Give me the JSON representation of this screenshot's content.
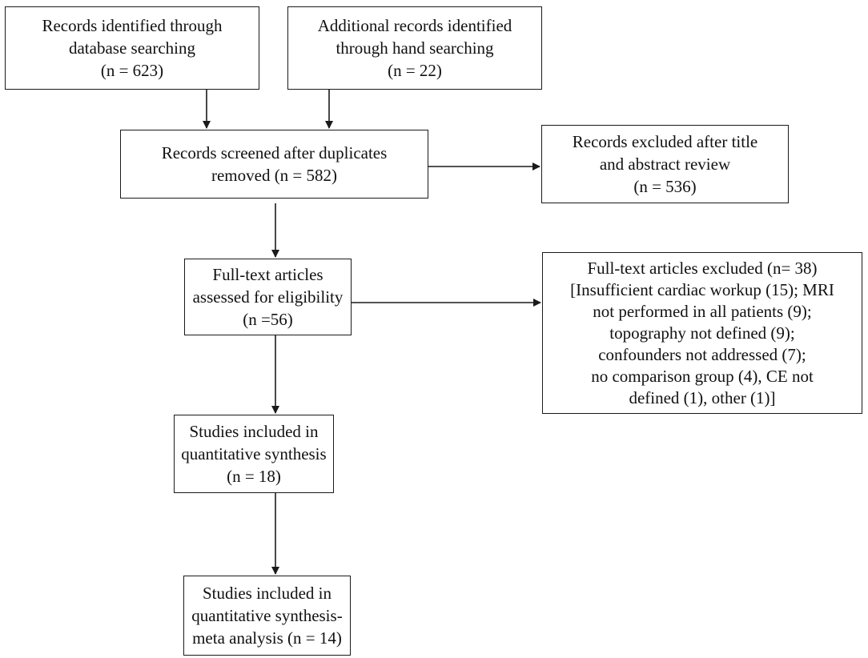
{
  "diagram": {
    "identification": {
      "database": {
        "lines": [
          "Records identified through",
          "database searching",
          "(n = 623)"
        ]
      },
      "hand_search": {
        "lines": [
          "Additional records identified",
          "through hand searching",
          "(n = 22)"
        ]
      }
    },
    "screening": {
      "screened": {
        "lines": [
          "Records screened after duplicates",
          "removed (n = 582)"
        ]
      },
      "excluded": {
        "lines": [
          "Records excluded after title",
          "and abstract review",
          "(n = 536)"
        ]
      }
    },
    "eligibility": {
      "assessed": {
        "lines": [
          "Full-text articles",
          "assessed for eligibility",
          "(n =56)"
        ]
      },
      "excluded": {
        "lines": [
          "Full-text articles excluded (n= 38)",
          "[Insufficient cardiac workup (15); MRI",
          "not performed in all patients (9);",
          "topography not defined (9);",
          "confounders not addressed (7);",
          "no comparison group (4), CE not",
          "defined (1), other (1)]"
        ]
      }
    },
    "included": {
      "qualitative": {
        "lines": [
          "Studies included in",
          "quantitative synthesis",
          "(n = 18)"
        ]
      },
      "meta": {
        "lines": [
          "Studies included in",
          "quantitative synthesis-",
          "meta analysis (n = 14)"
        ]
      }
    },
    "colors": {
      "stroke": "#1a1a1a",
      "text": "#111111",
      "background": "#ffffff"
    }
  }
}
